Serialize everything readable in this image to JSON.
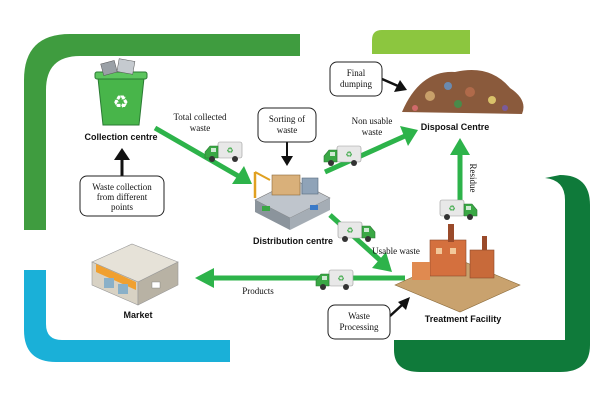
{
  "nodes": {
    "collection": "Collection centre",
    "distribution": "Distribution centre",
    "disposal": "Disposal Centre",
    "treatment": "Treatment Facility",
    "market": "Market"
  },
  "boxes": {
    "waste_collection": [
      "Waste collection",
      "from different",
      "points"
    ],
    "sorting": [
      "Sorting of",
      "waste"
    ],
    "final_dumping": [
      "Final",
      "dumping"
    ],
    "waste_processing": [
      "Waste",
      "Processing"
    ]
  },
  "edges": {
    "total_collected": [
      "Total collected",
      "waste"
    ],
    "non_usable": [
      "Non usable",
      "waste"
    ],
    "usable": "Usable waste",
    "products": "Products",
    "residue": "Residue"
  },
  "colors": {
    "frame_green": "#3f9c3f",
    "frame_dark_green": "#0f7a3a",
    "frame_light_green": "#8cc63f",
    "frame_blue": "#1ab0d8",
    "arrow_green": "#2db34a",
    "truck_green": "#3aa845"
  },
  "icons": [
    "recycle-bin-icon",
    "factory-icon",
    "landfill-icon",
    "treatment-plant-icon",
    "market-building-icon",
    "garbage-truck-icon"
  ]
}
